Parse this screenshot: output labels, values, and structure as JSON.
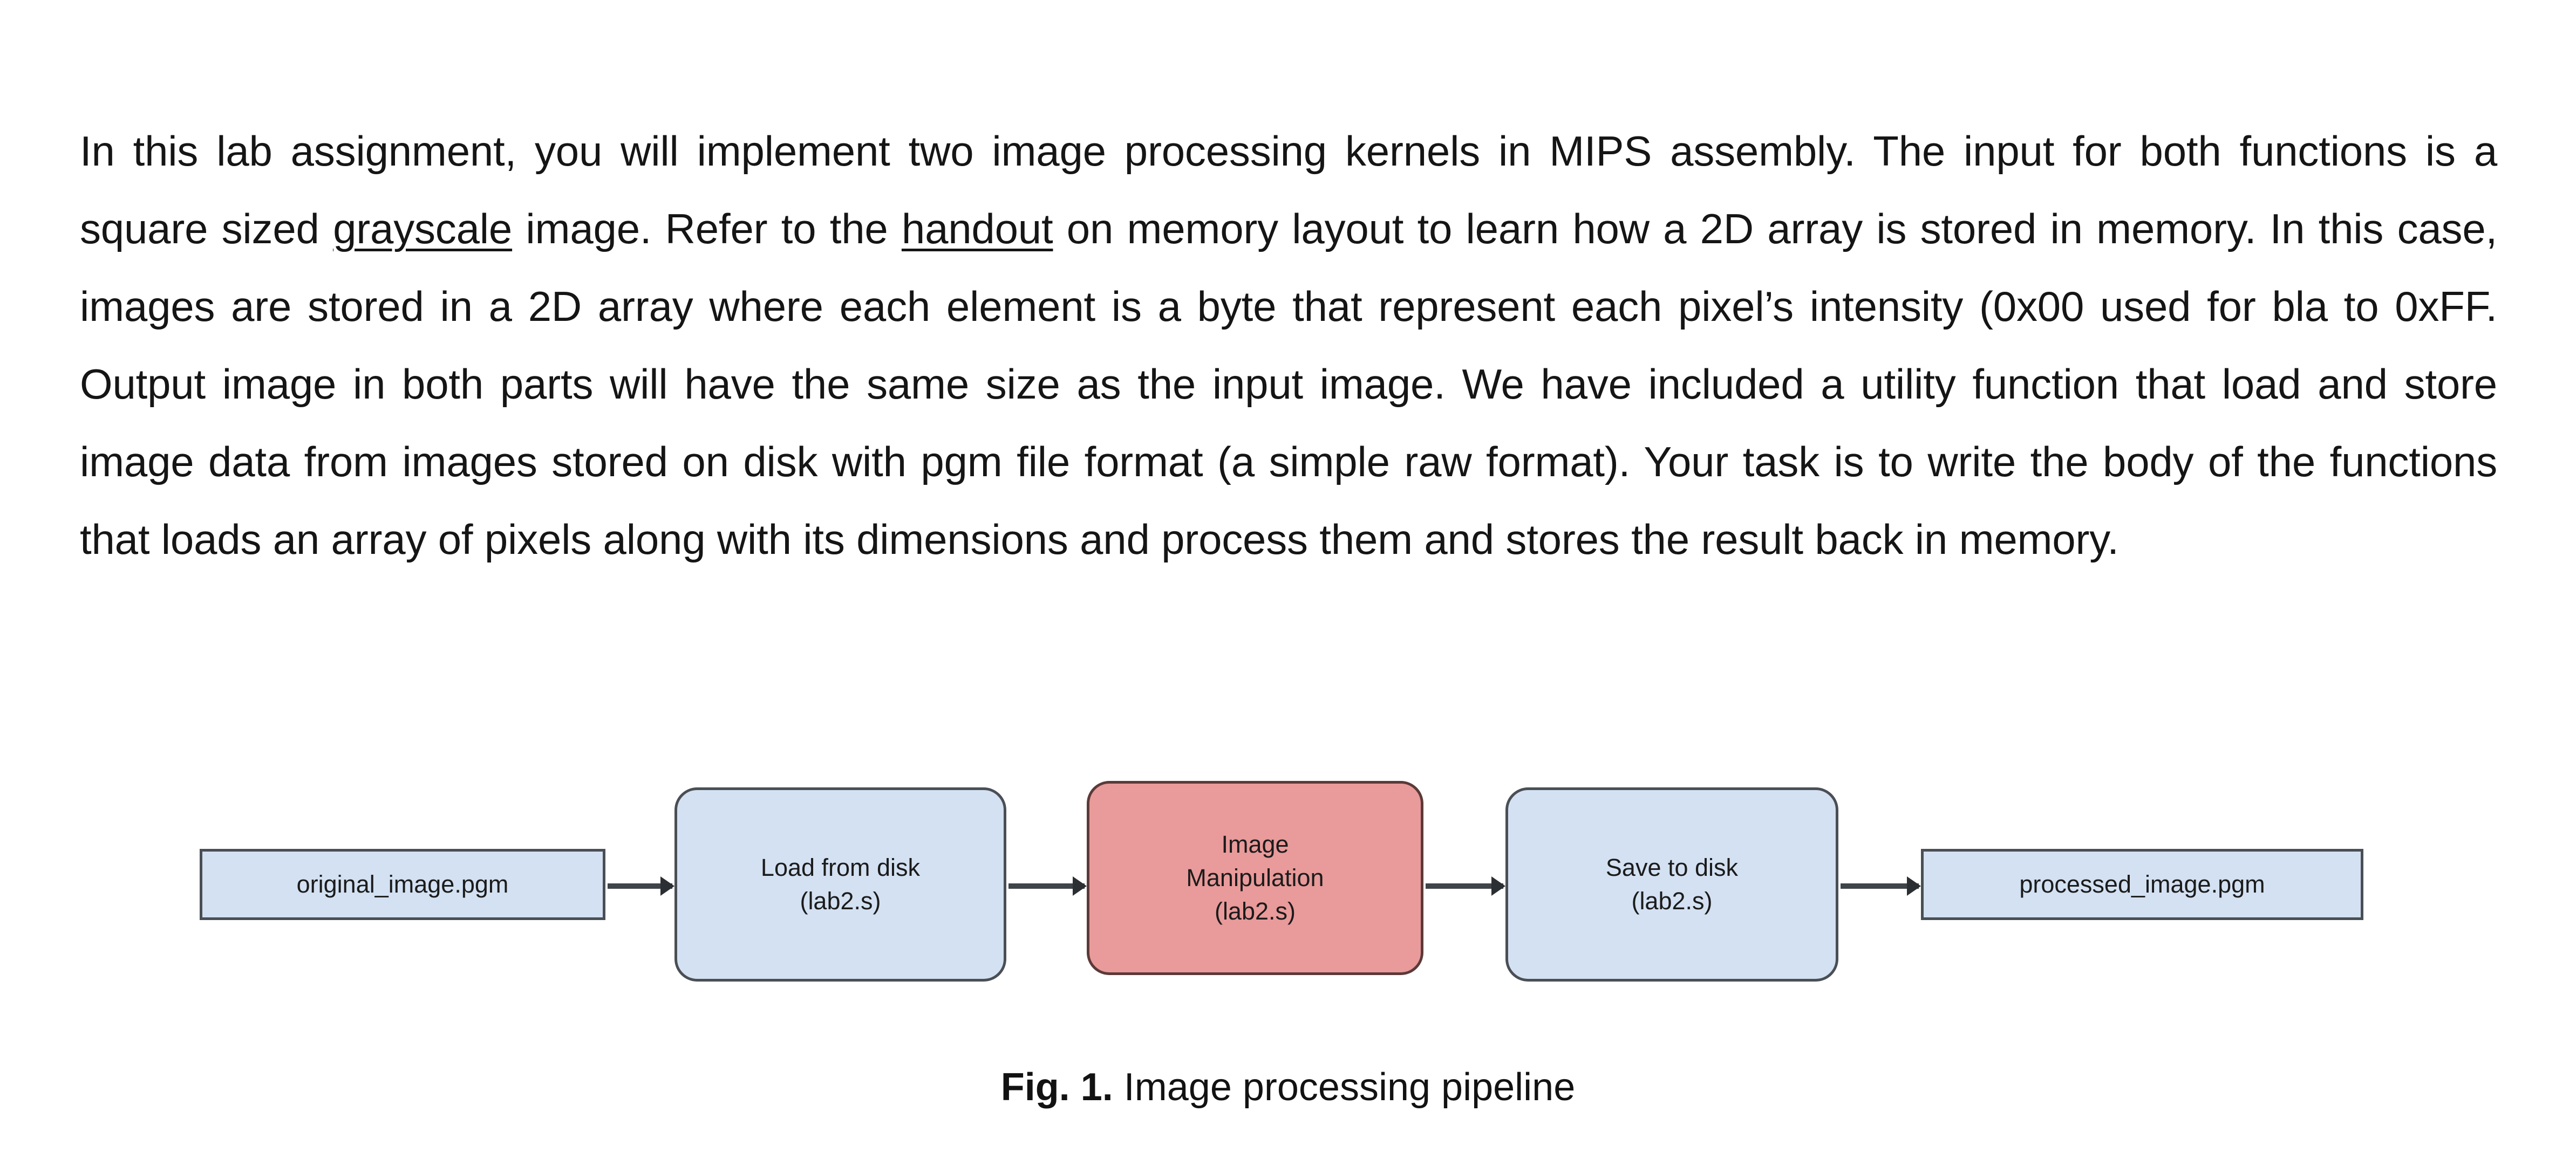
{
  "document": {
    "paragraph": {
      "segments": [
        {
          "text": "In this lab assignment, you will implement two image processing kernels in MIPS assembly. The input for both functions is a square sized ",
          "underline": false
        },
        {
          "text": "grayscale",
          "underline": true
        },
        {
          "text": " image. Refer to the ",
          "underline": false
        },
        {
          "text": "handout",
          "underline": true
        },
        {
          "text": " on memory layout to learn how a 2D array is stored in memory. In this case, images are stored in a 2D array where each element is a byte that represent each pixel’s intensity (0x00 used for bla to 0xFF. Output image in both parts will have the same size as the input image. We have included a utility function that load and store image data from images stored on disk with pgm file format (a simple raw format). Your task is to write the body of the functions that loads an array of pixels along with its dimensions and process them and stores the result back in memory.",
          "underline": false
        }
      ]
    }
  },
  "figure": {
    "caption_number": "Fig. 1.",
    "caption_text": " Image processing pipeline",
    "colors": {
      "node_fill": "#d3e1f2",
      "node_border": "#4a4f55",
      "accent_fill": "#e99a9a",
      "accent_border": "#5b3a39",
      "connector": "#3f444a"
    },
    "nodes": [
      {
        "id": "original",
        "label": "original_image.pgm",
        "kind": "file",
        "accent": false
      },
      {
        "id": "load",
        "label": "Load from disk\n(lab2.s)",
        "kind": "process",
        "accent": false
      },
      {
        "id": "manip",
        "label": "Image\nManipulation\n(lab2.s)",
        "kind": "process",
        "accent": true
      },
      {
        "id": "save",
        "label": "Save to disk\n(lab2.s)",
        "kind": "process",
        "accent": false
      },
      {
        "id": "processed",
        "label": "processed_image.pgm",
        "kind": "file",
        "accent": false
      }
    ],
    "connectors": [
      {
        "id": "arrow-1",
        "from": "original",
        "to": "load"
      },
      {
        "id": "arrow-2",
        "from": "load",
        "to": "manip"
      },
      {
        "id": "arrow-3",
        "from": "manip",
        "to": "save"
      },
      {
        "id": "arrow-4",
        "from": "save",
        "to": "processed"
      }
    ]
  }
}
